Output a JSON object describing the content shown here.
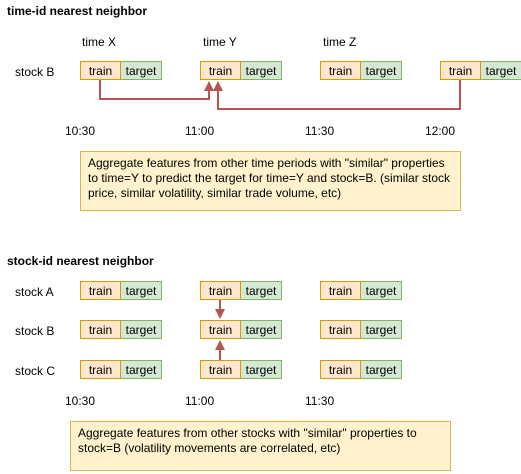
{
  "section1": {
    "title": "time-id nearest neighbor",
    "time_headers": [
      "time X",
      "time Y",
      "time Z"
    ],
    "row_label": "stock B",
    "times": [
      "10:30",
      "11:00",
      "11:30",
      "12:00"
    ],
    "note": "Aggregate features from other time periods with \"similar\" properties to time=Y to predict the target for time=Y and stock=B. (similar stock price, similar volatility, similar trade volume, etc)"
  },
  "section2": {
    "title": "stock-id nearest neighbor",
    "rows": [
      "stock A",
      "stock B",
      "stock C"
    ],
    "times": [
      "10:30",
      "11:00",
      "11:30"
    ],
    "note": "Aggregate features from other stocks with \"similar\" properties to stock=B (volatility movements are correlated, etc)"
  },
  "box_labels": {
    "train": "train",
    "target": "target"
  },
  "colors": {
    "train_fill": "#ffe6cc",
    "train_border": "#d79b00",
    "target_fill": "#d5e8d4",
    "target_border": "#82b366",
    "note_fill": "#fff2cc",
    "note_border": "#d6b656",
    "arrow": "#b85450"
  }
}
